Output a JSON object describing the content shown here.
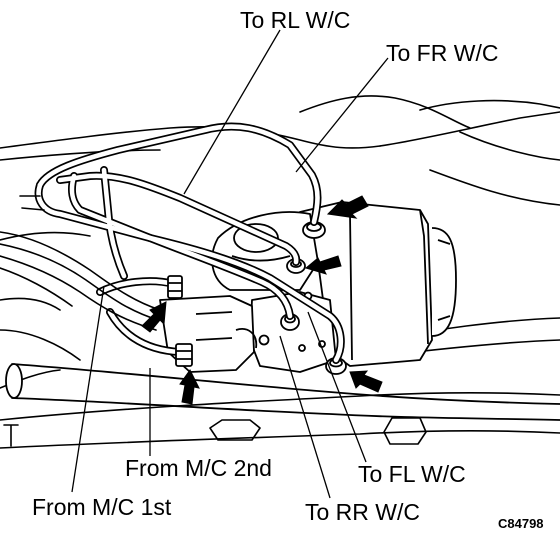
{
  "figure": {
    "code": "C84798",
    "labels": {
      "to_rl": "To RL W/C",
      "to_fr": "To FR W/C",
      "to_fl": "To FL W/C",
      "to_rr": "To RR W/C",
      "from_mc_2nd": "From M/C 2nd",
      "from_mc_1st": "From M/C 1st"
    },
    "icons": {
      "port_arrow": "bold-arrow-icon"
    },
    "colors": {
      "ink": "#000000",
      "paper": "#ffffff"
    }
  }
}
